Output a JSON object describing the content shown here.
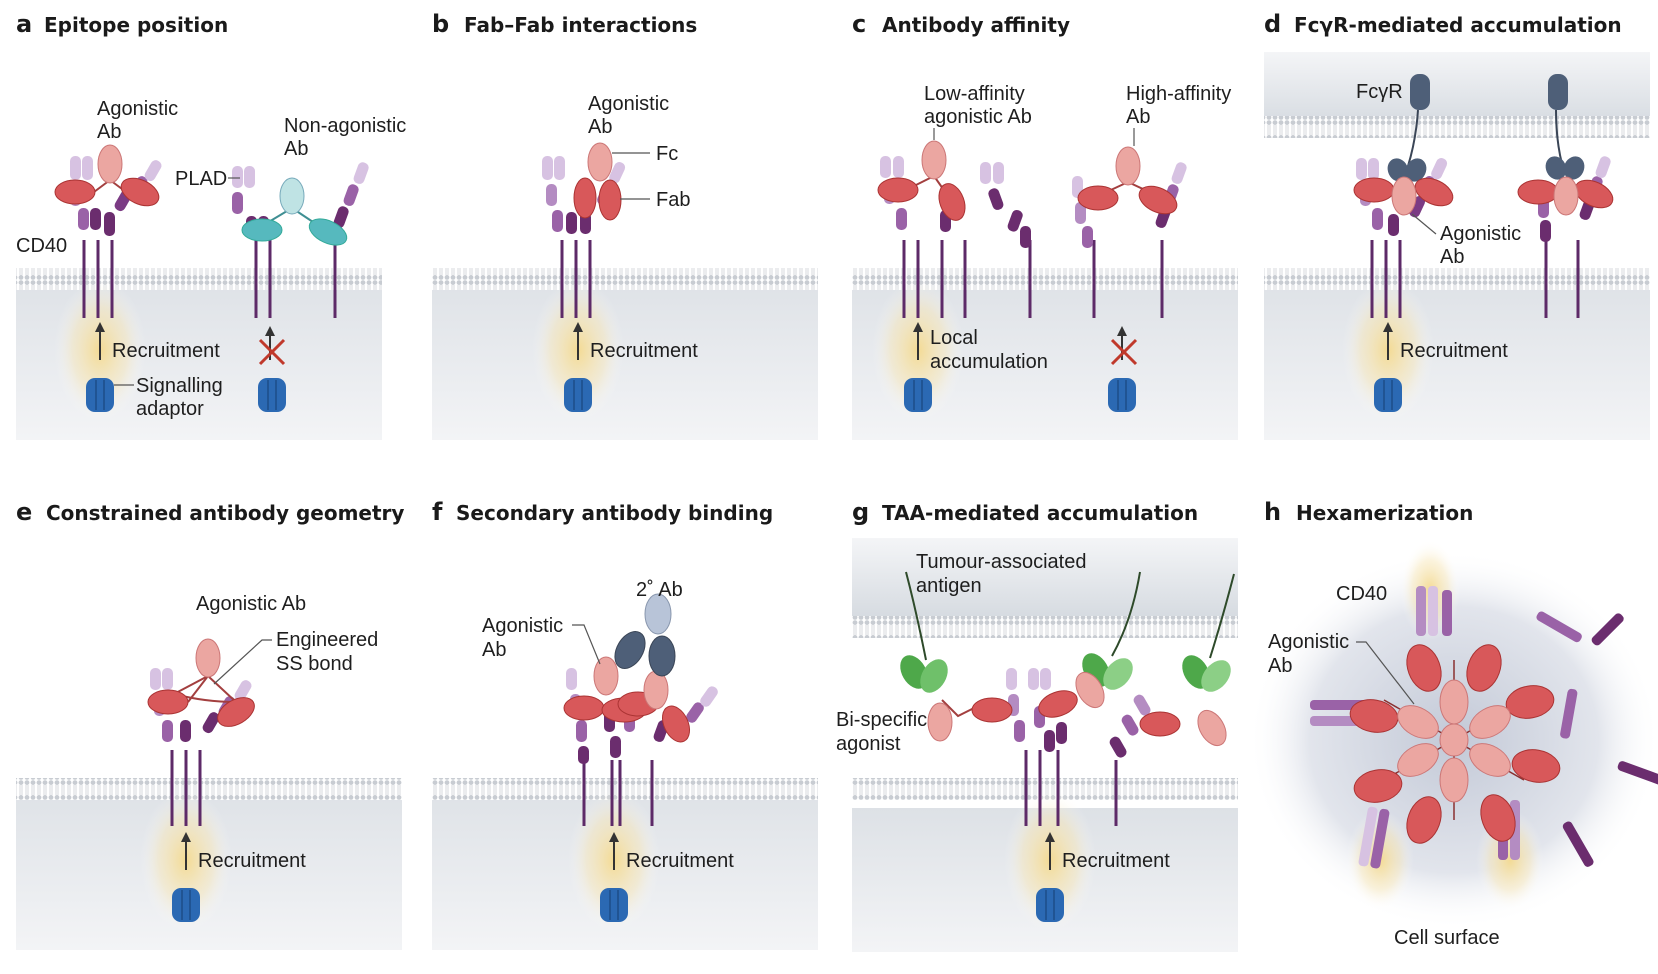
{
  "panels": {
    "a": {
      "letter": "a",
      "title": "Epitope position",
      "labels": {
        "agonistic_ab": [
          "Agonistic",
          "Ab"
        ],
        "non_agonistic_ab": [
          "Non-agonistic",
          "Ab"
        ],
        "plad": "PLAD",
        "cd40": "CD40",
        "recruitment": "Recruitment",
        "signalling_adaptor": [
          "Signalling",
          "adaptor"
        ]
      }
    },
    "b": {
      "letter": "b",
      "title": "Fab–Fab interactions",
      "labels": {
        "agonistic_ab": [
          "Agonistic",
          "Ab"
        ],
        "fc": "Fc",
        "fab": "Fab",
        "recruitment": "Recruitment"
      }
    },
    "c": {
      "letter": "c",
      "title": "Antibody affinity",
      "labels": {
        "low_affinity": [
          "Low-affinity",
          "agonistic Ab"
        ],
        "high_affinity": [
          "High-affinity",
          "Ab"
        ],
        "local_accumulation": [
          "Local",
          "accumulation"
        ]
      }
    },
    "d": {
      "letter": "d",
      "title": "FcγR-mediated accumulation",
      "labels": {
        "fcgr": "FcγR",
        "agonistic_ab": [
          "Agonistic",
          "Ab"
        ],
        "recruitment": "Recruitment"
      }
    },
    "e": {
      "letter": "e",
      "title": "Constrained antibody geometry",
      "labels": {
        "agonistic_ab": "Agonistic Ab",
        "engineered": [
          "Engineered",
          "SS bond"
        ],
        "recruitment": "Recruitment"
      }
    },
    "f": {
      "letter": "f",
      "title": "Secondary antibody binding",
      "labels": {
        "secondary_ab": "2˚ Ab",
        "agonistic_ab": [
          "Agonistic",
          "Ab"
        ],
        "recruitment": "Recruitment"
      }
    },
    "g": {
      "letter": "g",
      "title": "TAA-mediated accumulation",
      "labels": {
        "taa": [
          "Tumour-associated",
          "antigen"
        ],
        "bispecific": [
          "Bi-specific",
          "agonist"
        ],
        "recruitment": "Recruitment"
      }
    },
    "h": {
      "letter": "h",
      "title": "Hexamerization",
      "labels": {
        "cd40": "CD40",
        "agonistic_ab": [
          "Agonistic",
          "Ab"
        ],
        "cell_surface": "Cell surface"
      }
    }
  },
  "colors": {
    "fab_red": "#d8585a",
    "fc_pink": "#eba6a1",
    "cd40_dark": "#6b2d6e",
    "cd40_mid": "#9a62a7",
    "cd40_light": "#d7c2e2",
    "teal": "#56b9be",
    "teal_light": "#bfe3e4",
    "adaptor_blue": "#2b69b3",
    "fcgr_slate": "#4e5f78",
    "green": "#4ea84a",
    "glow": "#f4d98a",
    "membrane_gray": "#e9ebee",
    "x_mark": "#c0392b"
  }
}
